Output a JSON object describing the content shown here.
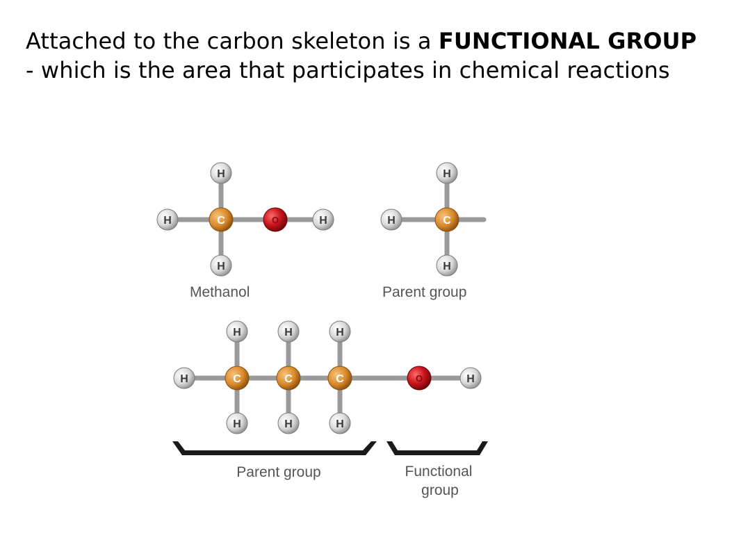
{
  "heading": {
    "part1": "Attached to the carbon skeleton is a ",
    "bold1": "FUNCTIONAL GROUP",
    "part2": " - which is the area that participates in chemical reactions"
  },
  "diagram": {
    "atom_letters": {
      "hydrogen": "H",
      "carbon": "C",
      "oxygen": "O"
    },
    "labels": {
      "methanol": "Methanol",
      "parent_group_top": "Parent group",
      "parent_group_bottom": "Parent group",
      "functional_group_line1": "Functional",
      "functional_group_line2": "group"
    },
    "colors": {
      "hydrogen": "#e8e8e8",
      "carbon": "#d98a2b",
      "oxygen": "#c8141c",
      "bond": "#9a9a9a",
      "bracket": "#1a1a1a",
      "label": "#555555"
    }
  }
}
